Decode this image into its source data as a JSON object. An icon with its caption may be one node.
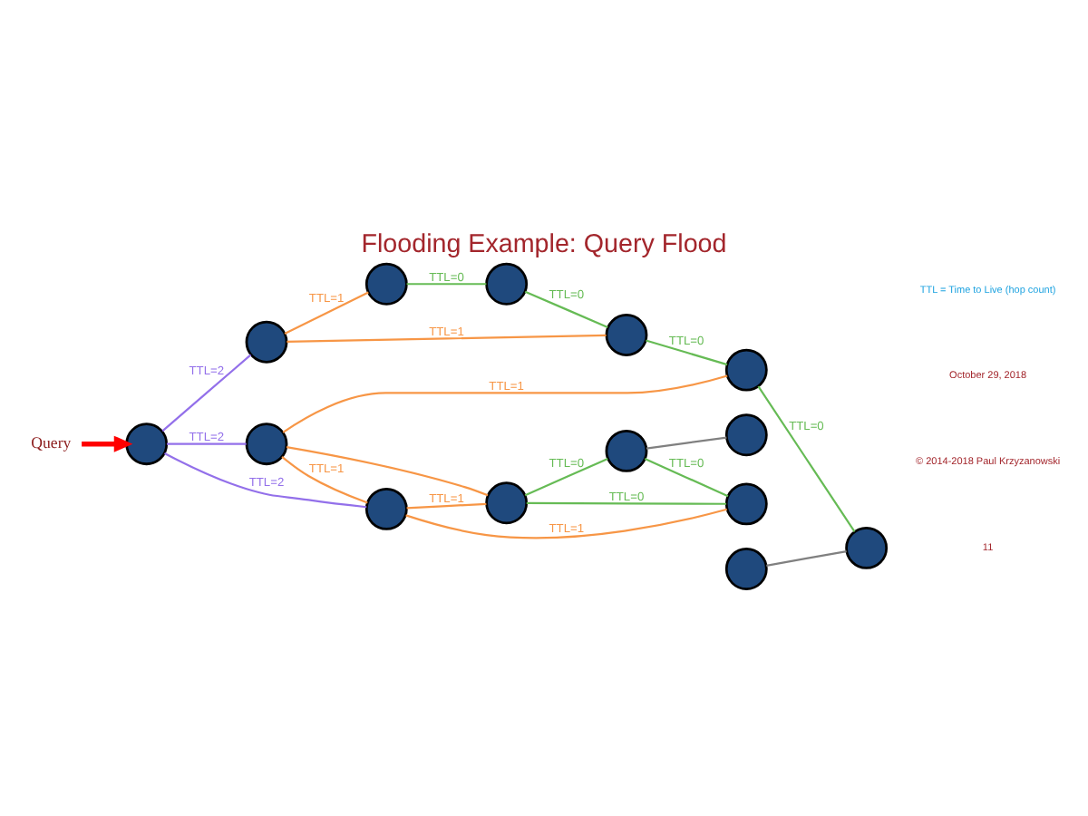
{
  "diagram": {
    "title": "Flooding Example: Query Flood",
    "nodes": [
      {
        "text": [
          "Query"
        ]
      },
      {
        "text": [],
        "shape": "circle"
      },
      {
        "text": [],
        "shape": "circle"
      },
      {
        "text": [],
        "shape": "circle"
      },
      {
        "text": [],
        "shape": "circle"
      },
      {
        "text": [],
        "shape": "circle"
      },
      {
        "text": [],
        "shape": "circle"
      },
      {
        "text": [],
        "shape": "circle"
      },
      {
        "text": [],
        "shape": "circle"
      },
      {
        "text": [],
        "shape": "circle"
      },
      {
        "text": [],
        "shape": "circle"
      },
      {
        "text": [],
        "shape": "circle"
      },
      {
        "text": [],
        "shape": "circle"
      },
      {
        "text": [],
        "shape": "circle"
      },
      {
        "text": [],
        "shape": "circle"
      }
    ],
    "edges": [
      {
        "from": 0,
        "to": 6,
        "arrow": "to",
        "style": "thick",
        "color": "#ff0000"
      },
      {
        "from": 6,
        "to": 3,
        "arrow": "none",
        "label": "TTL=2",
        "color": "#9370ea"
      },
      {
        "from": 6,
        "to": 7,
        "arrow": "none",
        "label": "TTL=2",
        "color": "#9370ea"
      },
      {
        "from": 6,
        "to": 11,
        "arrow": "none",
        "label": "TTL=2",
        "color": "#9370ea"
      },
      {
        "from": 3,
        "to": 1,
        "arrow": "none",
        "label": "TTL=1",
        "color": "#f79646"
      },
      {
        "from": 3,
        "to": 5,
        "arrow": "none",
        "label": "TTL=1",
        "color": "#f79646"
      },
      {
        "from": 1,
        "to": 2,
        "arrow": "none",
        "label": "TTL=0",
        "color": "#66bb55"
      },
      {
        "from": 2,
        "to": 5,
        "arrow": "none",
        "label": "TTL=0",
        "color": "#66bb55"
      },
      {
        "from": 5,
        "to": 8,
        "arrow": "none",
        "label": "TTL=0",
        "color": "#66bb55"
      },
      {
        "from": 7,
        "to": 8,
        "arrow": "none",
        "label": "TTL=1",
        "color": "#f79646"
      },
      {
        "from": 7,
        "to": 11,
        "arrow": "none",
        "label": "TTL=1",
        "color": "#f79646"
      },
      {
        "from": 7,
        "to": 10,
        "arrow": "none",
        "color": "#f79646"
      },
      {
        "from": 11,
        "to": 10,
        "arrow": "none",
        "label": "TTL=1",
        "color": "#f79646"
      },
      {
        "from": 11,
        "to": 14,
        "arrow": "none",
        "label": "TTL=1",
        "color": "#f79646"
      },
      {
        "from": 10,
        "to": 14,
        "arrow": "none",
        "label": "TTL=0",
        "color": "#66bb55"
      },
      {
        "from": 10,
        "to": 12,
        "arrow": "none",
        "label": "TTL=0",
        "color": "#66bb55"
      },
      {
        "from": 12,
        "to": 14,
        "arrow": "none",
        "label": "TTL=0",
        "color": "#66bb55"
      },
      {
        "from": 8,
        "to": 9,
        "arrow": "none",
        "label": "TTL=0",
        "color": "#66bb55"
      },
      {
        "from": 4,
        "to": 9,
        "arrow": "none",
        "color": "#808080"
      },
      {
        "from": 12,
        "to": 13,
        "arrow": "none",
        "color": "#808080"
      }
    ],
    "labels": [
      "TTL = Time to Live (hop count)",
      "October 29, 2018",
      "© 2014-2018 Paul Krzyzanowski",
      "11"
    ]
  }
}
